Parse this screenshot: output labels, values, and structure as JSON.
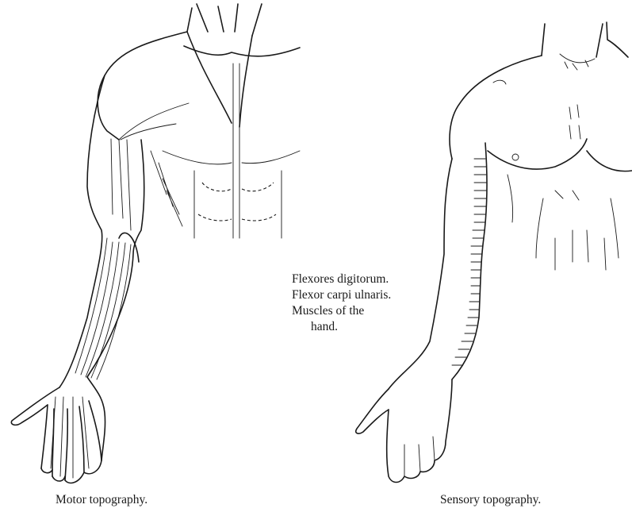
{
  "motor": {
    "labels": [
      "Flexores digitorum.",
      "Flexor carpi ulnaris.",
      "Muscles of the",
      "hand."
    ],
    "caption": "Motor topography."
  },
  "sensory": {
    "caption": "Sensory topography."
  }
}
